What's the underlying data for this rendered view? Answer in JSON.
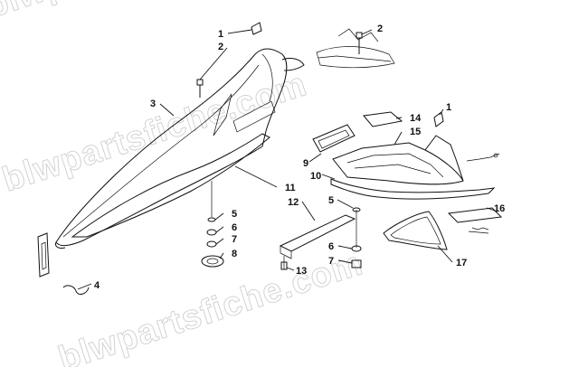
{
  "watermark": {
    "text": "blwpartsfiche.com"
  },
  "parts": [
    {
      "key": "rear_bumper_cap_left",
      "label": "1"
    },
    {
      "key": "screw_left",
      "label": "2"
    },
    {
      "key": "tail_section",
      "label": "3"
    },
    {
      "key": "hitch_pin",
      "label": "4"
    },
    {
      "key": "washer_left",
      "label": "5"
    },
    {
      "key": "nut_left",
      "label": "6"
    },
    {
      "key": "lock_nut_left",
      "label": "7"
    },
    {
      "key": "grommet",
      "label": "8"
    },
    {
      "key": "light_bezel",
      "label": "9"
    },
    {
      "key": "bracket_bar",
      "label": "10"
    },
    {
      "key": "flap_assembly",
      "label": "11"
    },
    {
      "key": "mount_bracket",
      "label": "12"
    },
    {
      "key": "bolt",
      "label": "13"
    },
    {
      "key": "reflector_pad",
      "label": "14"
    },
    {
      "key": "storage_tray",
      "label": "15"
    },
    {
      "key": "decal_plate",
      "label": "16"
    },
    {
      "key": "seal_strip",
      "label": "17"
    },
    {
      "key": "screw_right",
      "label": "2"
    },
    {
      "key": "rear_bumper_cap_right",
      "label": "1"
    },
    {
      "key": "washer_right",
      "label": "5"
    },
    {
      "key": "nut_right",
      "label": "6"
    },
    {
      "key": "lock_nut_right",
      "label": "7"
    }
  ]
}
